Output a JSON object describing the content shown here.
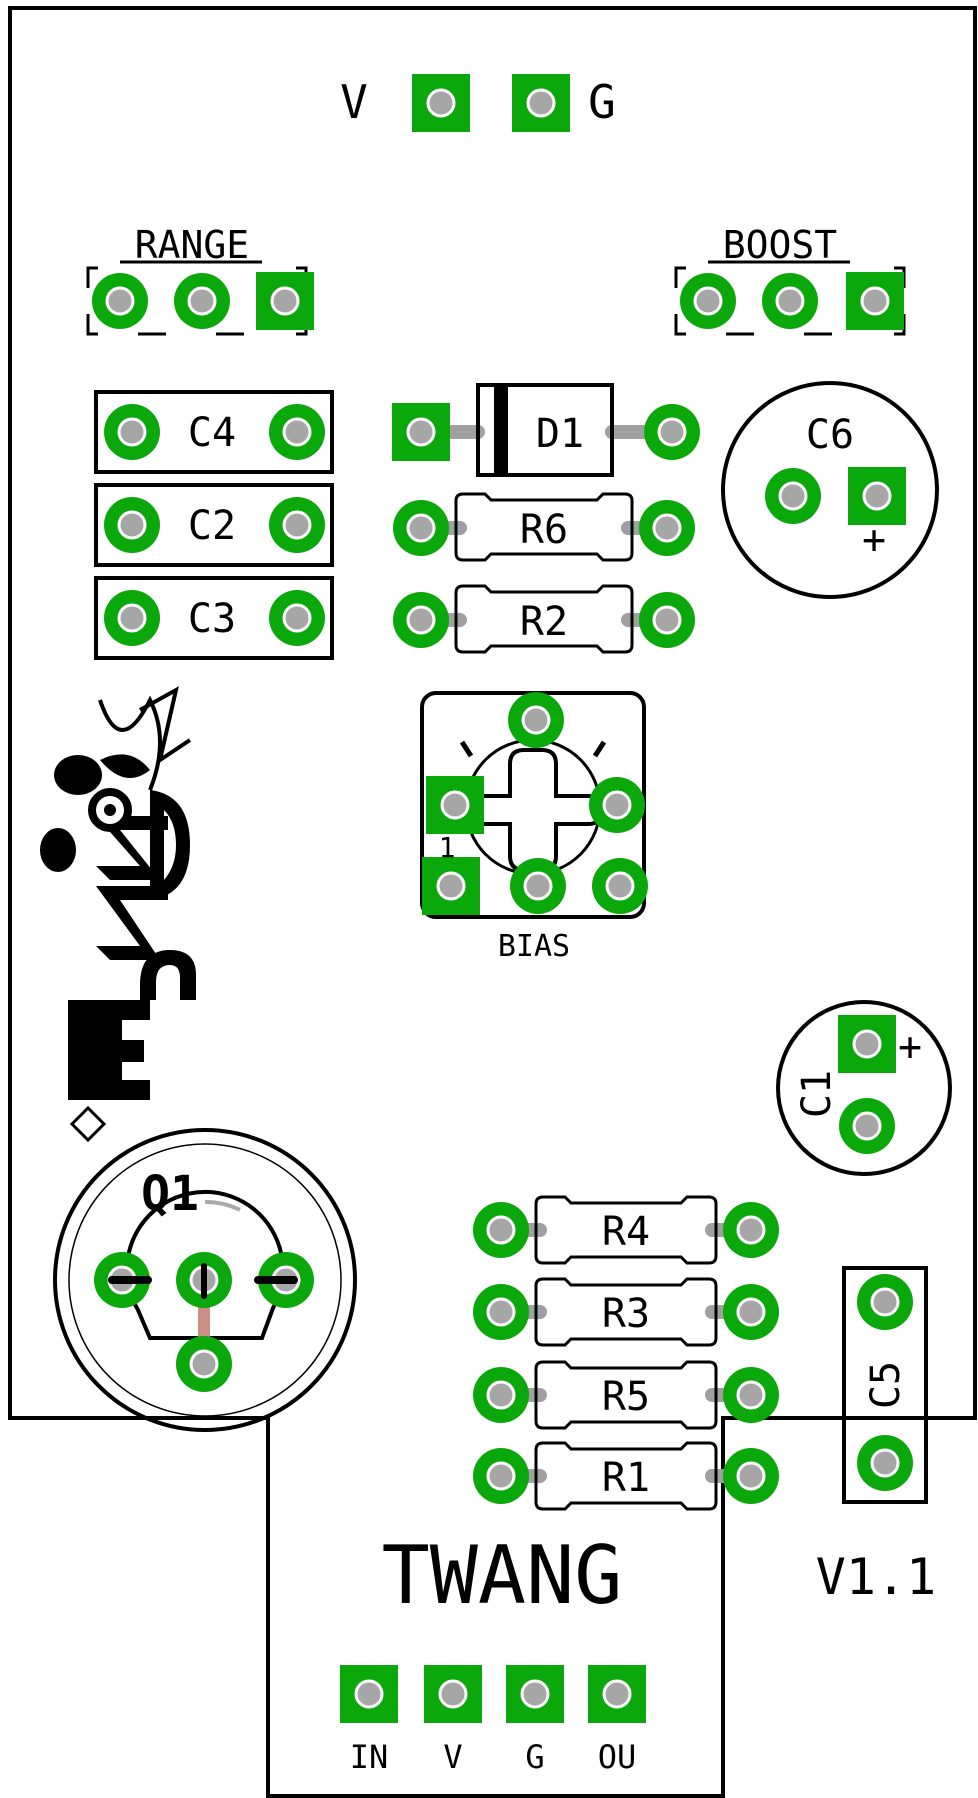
{
  "board": {
    "title": "TWANG",
    "version": "V1.1",
    "logo_text": "FuzzDog"
  },
  "power_header": {
    "v_label": "V",
    "g_label": "G"
  },
  "range": {
    "label": "RANGE"
  },
  "boost": {
    "label": "BOOST"
  },
  "components": {
    "c4": "C4",
    "c2": "C2",
    "c3": "C3",
    "d1": "D1",
    "r6": "R6",
    "r2": "R2",
    "c6": "C6",
    "c6_polarity": "+",
    "bias": "BIAS",
    "bias_pin1": "1",
    "c1": "C1",
    "c1_polarity": "+",
    "q1": "Q1",
    "r4": "R4",
    "r3": "R3",
    "r5": "R5",
    "r1": "R1",
    "c5": "C5"
  },
  "io_header": {
    "in": "IN",
    "v": "V",
    "g": "G",
    "out": "OU"
  },
  "colors": {
    "pad": "#0aa80a",
    "hole": "#a6a6a6",
    "silkscreen": "#000000",
    "board": "#ffffff"
  }
}
